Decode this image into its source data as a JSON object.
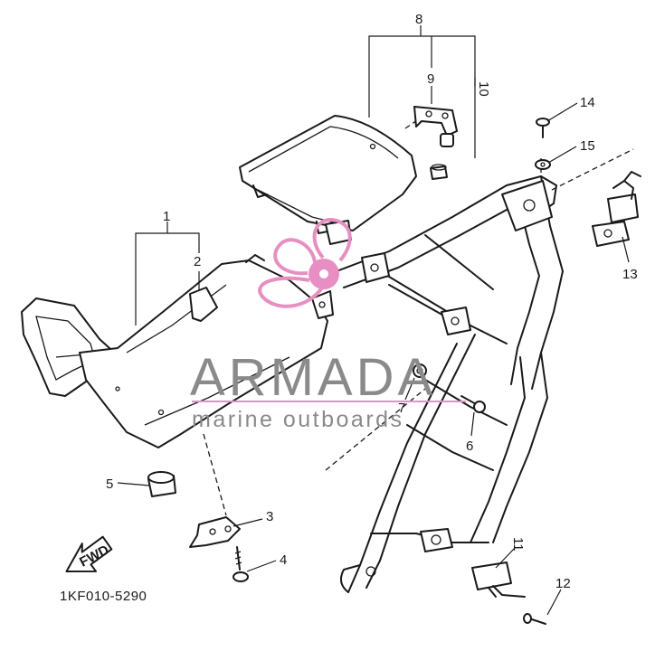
{
  "diagram": {
    "drawing_code": "1KF010-5290",
    "fwd_label": "FWD",
    "callouts": [
      {
        "id": "1",
        "label": "1"
      },
      {
        "id": "2",
        "label": "2"
      },
      {
        "id": "3",
        "label": "3"
      },
      {
        "id": "4",
        "label": "4"
      },
      {
        "id": "5",
        "label": "5"
      },
      {
        "id": "6",
        "label": "6"
      },
      {
        "id": "7",
        "label": "7"
      },
      {
        "id": "8",
        "label": "8"
      },
      {
        "id": "9",
        "label": "9"
      },
      {
        "id": "10",
        "label": "10"
      },
      {
        "id": "11",
        "label": "11"
      },
      {
        "id": "12",
        "label": "12"
      },
      {
        "id": "13",
        "label": "13"
      },
      {
        "id": "14",
        "label": "14"
      },
      {
        "id": "15",
        "label": "15"
      }
    ]
  },
  "watermark": {
    "title": "ARMADA",
    "subtitle": "marine outboards",
    "text_color": "#8a8a8a",
    "accent_color": "#e78fc3"
  }
}
